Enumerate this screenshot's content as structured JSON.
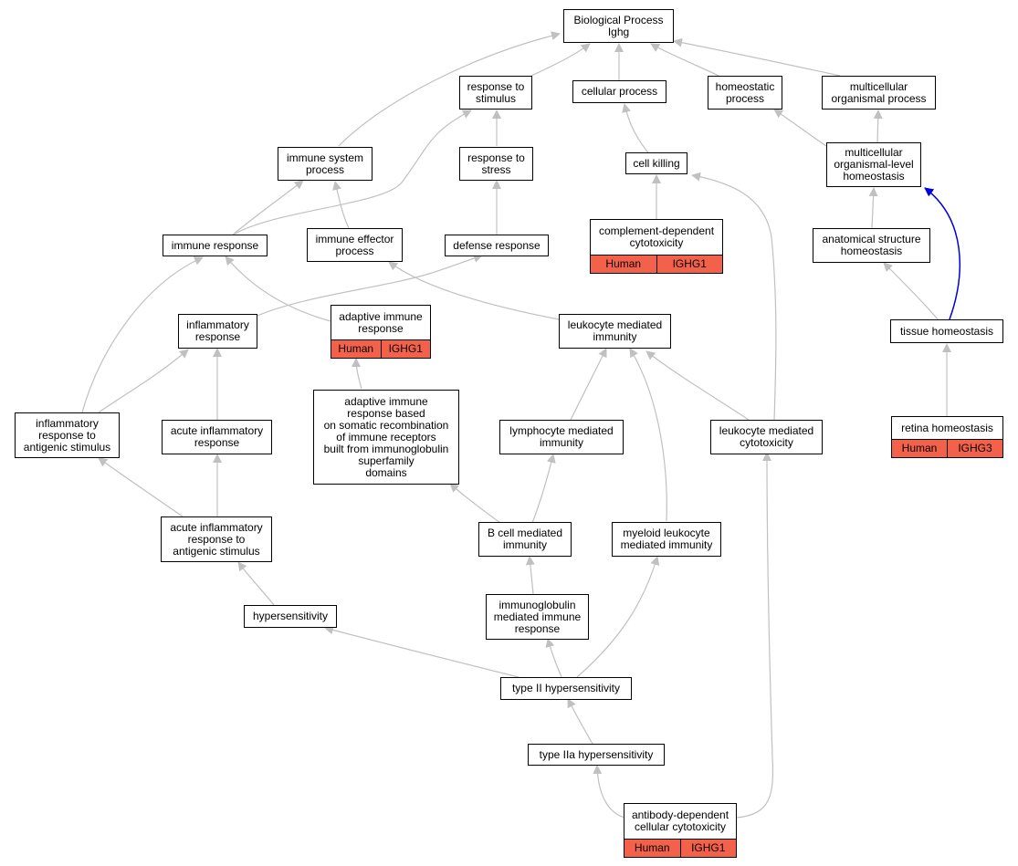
{
  "colors": {
    "edge": "#c0c0c0",
    "highlight_edge": "#0000dd",
    "annotation_fill": "#f4614a",
    "node_border": "#000000"
  },
  "nodes": {
    "biological_process": "Biological Process\nIghg",
    "response_to_stimulus": "response to\nstimulus",
    "cellular_process": "cellular process",
    "homeostatic_process": "homeostatic\nprocess",
    "multicellular_organismal_process": "multicellular\norganismal process",
    "immune_system_process": "immune system\nprocess",
    "response_to_stress": "response to\nstress",
    "cell_killing": "cell killing",
    "multicellular_organismal_level_homeostasis": "multicellular\norganismal-level\nhomeostasis",
    "immune_response": "immune response",
    "immune_effector_process": "immune effector\nprocess",
    "defense_response": "defense response",
    "complement_dependent_cytotoxicity": "complement-dependent\ncytotoxicity",
    "anatomical_structure_homeostasis": "anatomical structure\nhomeostasis",
    "inflammatory_response": "inflammatory\nresponse",
    "adaptive_immune_response": "adaptive immune\nresponse",
    "leukocyte_mediated_immunity": "leukocyte mediated\nimmunity",
    "tissue_homeostasis": "tissue homeostasis",
    "inflammatory_response_to_antigenic_stimulus": "inflammatory\nresponse to\nantigenic stimulus",
    "acute_inflammatory_response": "acute inflammatory\nresponse",
    "adaptive_immune_response_somatic": "adaptive immune\nresponse based\non somatic recombination\nof immune receptors\nbuilt from immunoglobulin\nsuperfamily\ndomains",
    "lymphocyte_mediated_immunity": "lymphocyte mediated\nimmunity",
    "leukocyte_mediated_cytotoxicity": "leukocyte mediated\ncytotoxicity",
    "retina_homeostasis": "retina homeostasis",
    "acute_inflammatory_response_to_antigenic_stimulus": "acute inflammatory\nresponse to\nantigenic stimulus",
    "b_cell_mediated_immunity": "B cell mediated\nimmunity",
    "myeloid_leukocyte_mediated_immunity": "myeloid leukocyte\nmediated immunity",
    "hypersensitivity": "hypersensitivity",
    "immunoglobulin_mediated_immune_response": "immunoglobulin\nmediated immune\nresponse",
    "type_ii_hypersensitivity": "type II hypersensitivity",
    "type_iia_hypersensitivity": "type IIa hypersensitivity",
    "antibody_dependent_cellular_cytotoxicity": "antibody-dependent\ncellular cytotoxicity"
  },
  "annotations": {
    "complement_dependent_cytotoxicity": {
      "species": "Human",
      "gene": "IGHG1"
    },
    "adaptive_immune_response": {
      "species": "Human",
      "gene": "IGHG1"
    },
    "retina_homeostasis": {
      "species": "Human",
      "gene": "IGHG3"
    },
    "antibody_dependent_cellular_cytotoxicity": {
      "species": "Human",
      "gene": "IGHG1"
    }
  }
}
